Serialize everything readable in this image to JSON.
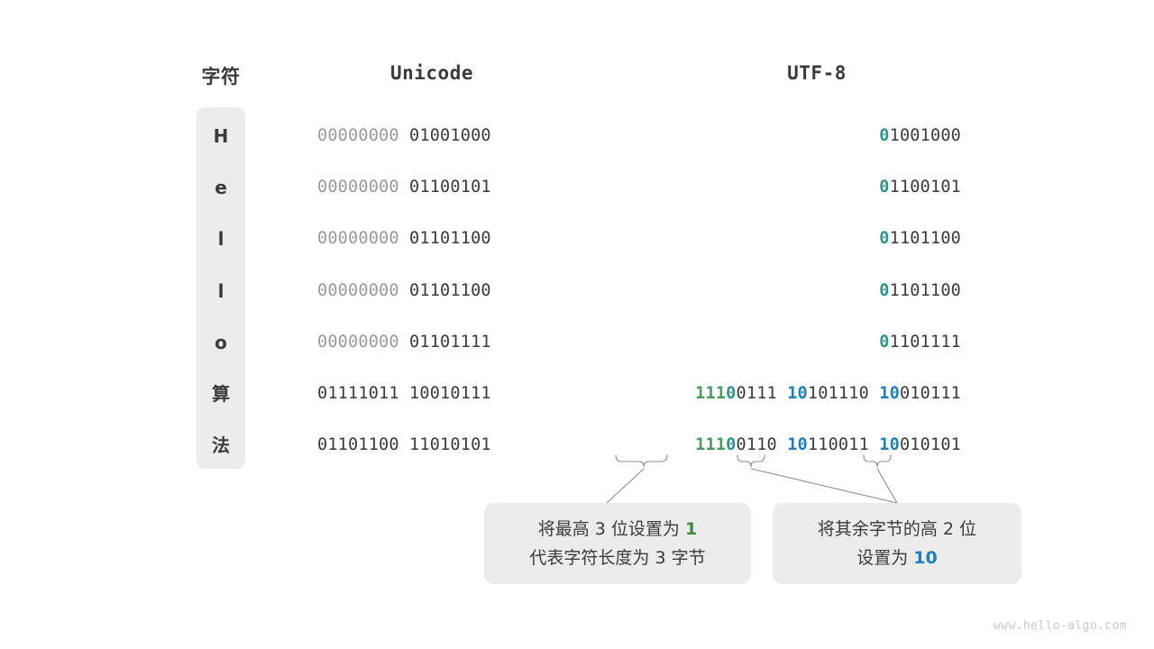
{
  "headers": {
    "character": "字符",
    "unicode": "Unicode",
    "utf8": "UTF-8"
  },
  "rows": [
    {
      "char": "H",
      "unicode_high": "00000000",
      "unicode_low": "01001000",
      "utf8_parts": [
        {
          "text": "0",
          "style": "teal"
        },
        {
          "text": "1001000",
          "style": "dark"
        }
      ]
    },
    {
      "char": "e",
      "unicode_high": "00000000",
      "unicode_low": "01100101",
      "utf8_parts": [
        {
          "text": "0",
          "style": "teal"
        },
        {
          "text": "1100101",
          "style": "dark"
        }
      ]
    },
    {
      "char": "l",
      "unicode_high": "00000000",
      "unicode_low": "01101100",
      "utf8_parts": [
        {
          "text": "0",
          "style": "teal"
        },
        {
          "text": "1101100",
          "style": "dark"
        }
      ]
    },
    {
      "char": "l",
      "unicode_high": "00000000",
      "unicode_low": "01101100",
      "utf8_parts": [
        {
          "text": "0",
          "style": "teal"
        },
        {
          "text": "1101100",
          "style": "dark"
        }
      ]
    },
    {
      "char": "o",
      "unicode_high": "00000000",
      "unicode_low": "01101111",
      "utf8_parts": [
        {
          "text": "0",
          "style": "teal"
        },
        {
          "text": "1101111",
          "style": "dark"
        }
      ]
    },
    {
      "char": "算",
      "unicode_high": "01111011",
      "unicode_low": "10010111",
      "unicode_high_dim": false,
      "utf8_parts": [
        {
          "text": "111",
          "style": "green"
        },
        {
          "text": "0",
          "style": "teal"
        },
        {
          "text": "0111 ",
          "style": "dark"
        },
        {
          "text": "10",
          "style": "blue"
        },
        {
          "text": "101110 ",
          "style": "dark"
        },
        {
          "text": "10",
          "style": "blue"
        },
        {
          "text": "010111",
          "style": "dark"
        }
      ]
    },
    {
      "char": "法",
      "unicode_high": "01101100",
      "unicode_low": "11010101",
      "unicode_high_dim": false,
      "utf8_parts": [
        {
          "text": "111",
          "style": "green"
        },
        {
          "text": "0",
          "style": "teal"
        },
        {
          "text": "0110 ",
          "style": "dark"
        },
        {
          "text": "10",
          "style": "blue"
        },
        {
          "text": "110011 ",
          "style": "dark"
        },
        {
          "text": "10",
          "style": "blue"
        },
        {
          "text": "010101",
          "style": "dark"
        }
      ]
    }
  ],
  "callouts": {
    "left": {
      "line1_pre": "将最高 3 位设置为 ",
      "line1_kw": "1",
      "line2": "代表字符长度为 3 字节"
    },
    "right": {
      "line1": "将其余字节的高 2 位",
      "line2_pre": "设置为 ",
      "line2_kw": "10"
    }
  },
  "watermark": "www.hello-algo.com",
  "colors": {
    "teal": "#2e9589",
    "green": "#4a9b5c",
    "blue": "#1b7fc4",
    "box_bg": "#ececec",
    "text": "#3b3b3b",
    "dim": "#9a9a9a",
    "connector": "#8c8c8c"
  }
}
